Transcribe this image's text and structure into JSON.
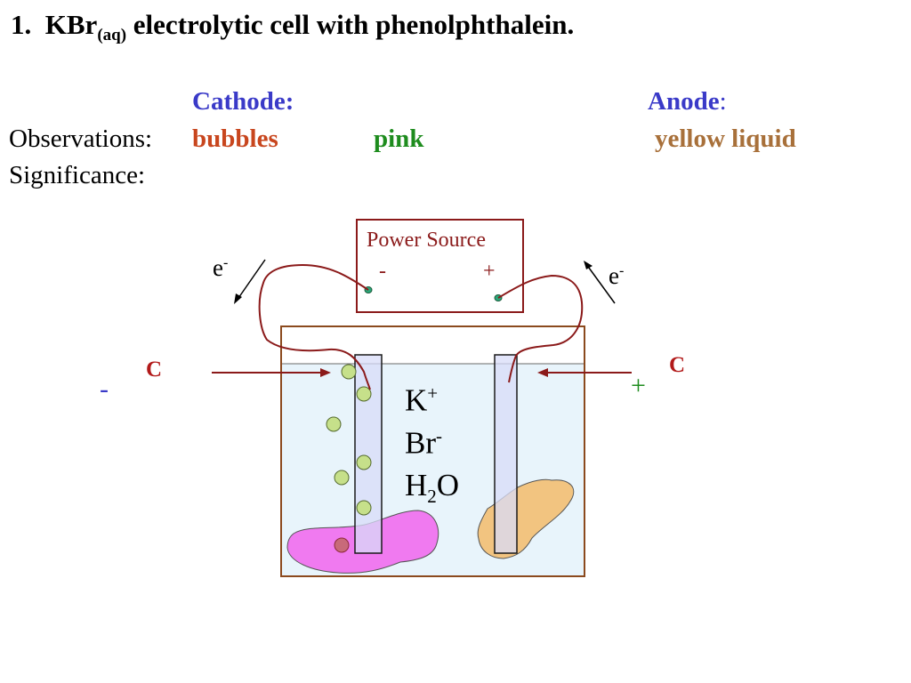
{
  "title": {
    "number": "1.",
    "compound": "KBr",
    "state": "(aq)",
    "rest": "electrolytic cell with phenolphthalein."
  },
  "headers": {
    "cathode": "Cathode:",
    "anode": "Anode",
    "anode_colon": ":"
  },
  "rows": {
    "observations": "Observations:",
    "significance": "Significance:"
  },
  "observations": {
    "cathode_1": {
      "text": "bubbles",
      "color": "#c8461e"
    },
    "cathode_2": {
      "text": "pink",
      "color": "#1e8c1e"
    },
    "anode": {
      "text": "yellow liquid",
      "color": "#a8703a"
    }
  },
  "power_source": {
    "label": "Power Source",
    "neg": "-",
    "pos": "+"
  },
  "electrons": {
    "left": "e",
    "left_sup": "-",
    "right": "e",
    "right_sup": "-"
  },
  "electrodes": {
    "left_material": "C",
    "left_sign": "-",
    "right_material": "C",
    "right_sign": "+"
  },
  "solution": {
    "k": "K",
    "k_sup": "+",
    "br": "Br",
    "br_sup": "-",
    "h": "H",
    "h_sub": "2",
    "o": "O"
  },
  "colors": {
    "wire": "#8b1a1a",
    "beaker_border": "#8b4a1e",
    "solution": "#e8f4fb",
    "electrode": "#d8dcf8",
    "bubble": "#c6e08a",
    "pink": "#f07af0",
    "yellow": "#f2c480"
  }
}
